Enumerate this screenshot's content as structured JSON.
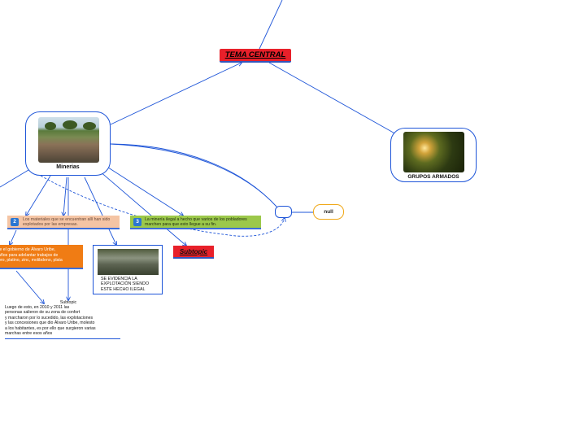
{
  "central": {
    "label": "TEMA CENTRAL"
  },
  "mineria": {
    "label": "Minerias"
  },
  "armados": {
    "label": "GRUPOS ARMADOS"
  },
  "null_node": {
    "label": "null"
  },
  "pink_note": {
    "badge": "2",
    "text": "Los materiales que se encuentran allí han sido explotados por las empresas."
  },
  "green_note": {
    "badge": "3",
    "text": "La minería ilegal a hecho que varios de los pobladores marchen para que esto llegue a su fin."
  },
  "orange_note": {
    "text": "te el gobierno de Álvaro Uribe,\naños para adelantar trabajos de\noro, platino, zinc, molibdeno, plata"
  },
  "subtopic_red": {
    "label": "Subtopic"
  },
  "photo_box": {
    "text": "SE EVIDENCIA LA EXPLOTACIÓN SIENDO ESTE HECHO ILEGAL"
  },
  "subtopic_small": {
    "label": "Subtopic"
  },
  "plain_text": {
    "text": "Luego de esto, en 2010 y 2011 las\npersonas salieron de su zona de confort\ny marcharon por lo sucedido, las explotaciones\ny las concesiones que dio Álvaro Uribe, molesto\na los habitantes, es por ello que surgieron varias\nmarchas entre esos años"
  },
  "colors": {
    "connector": "#1e55d8",
    "central": "#e8202a",
    "orange": "#f07c14",
    "green": "#9cc84a",
    "pink": "#f4c4a4",
    "null_border": "#f0a818"
  }
}
